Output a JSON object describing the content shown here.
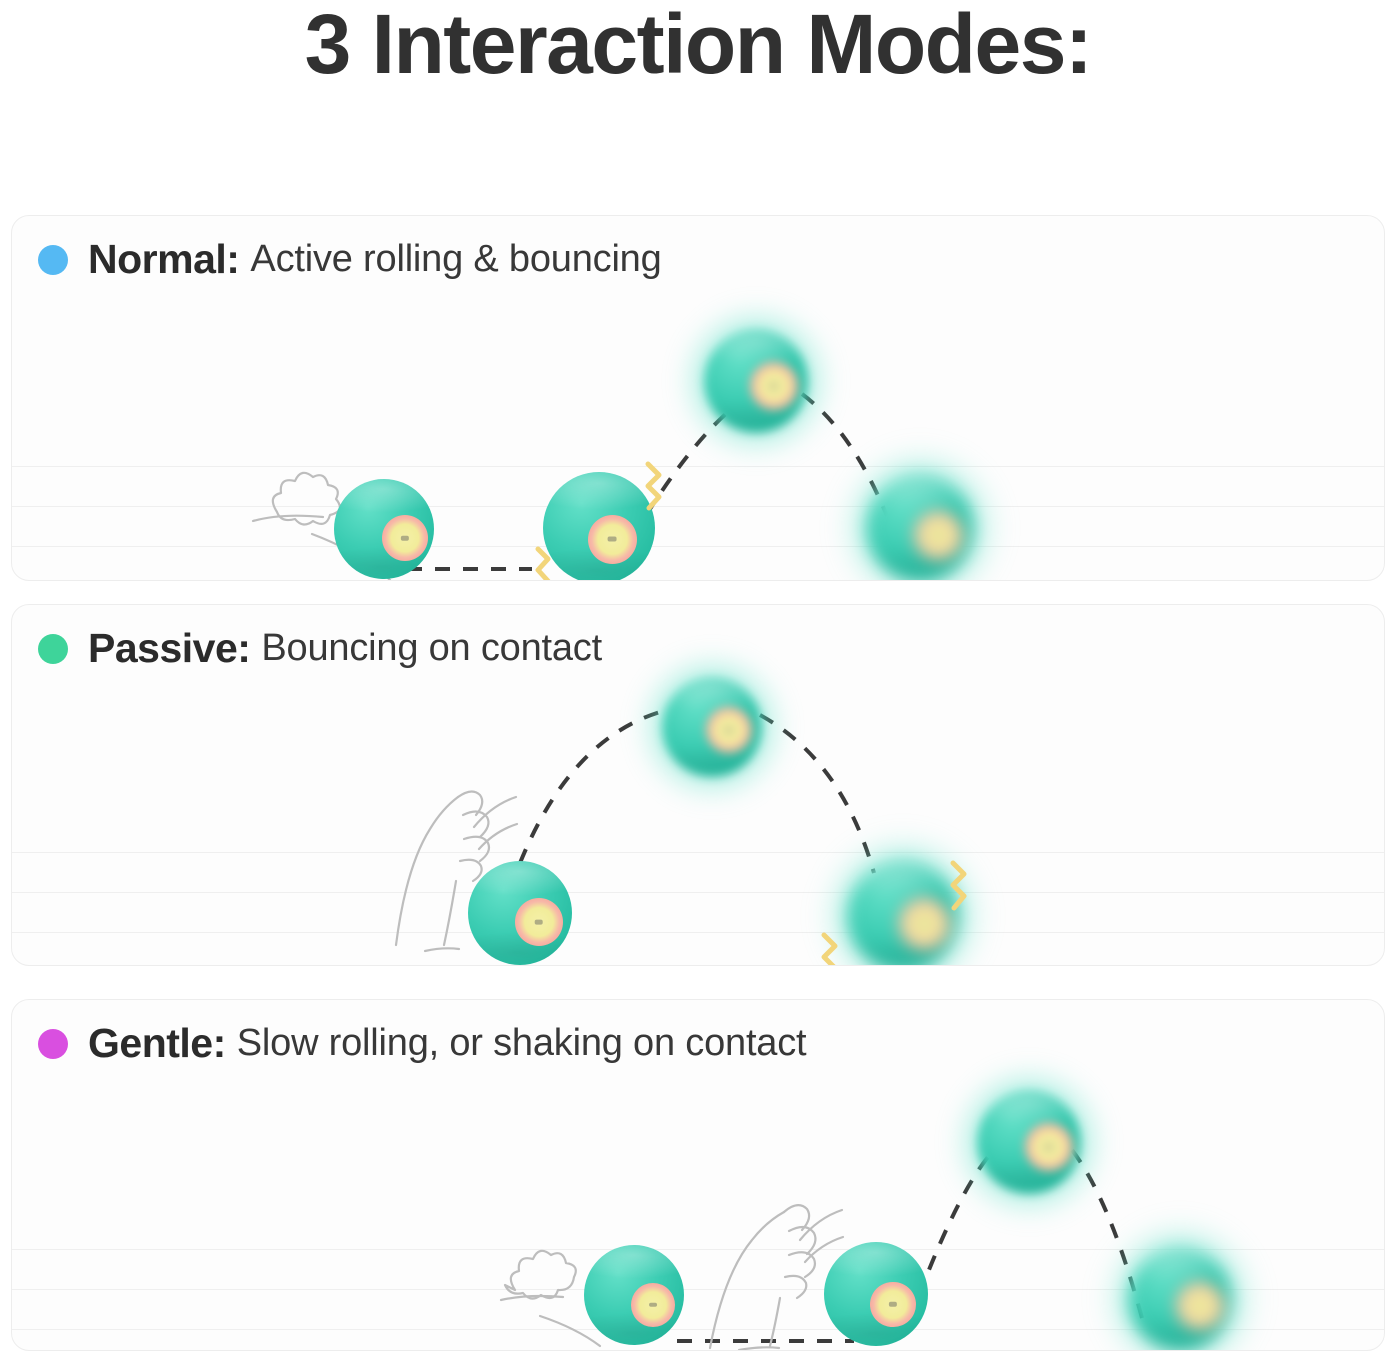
{
  "page": {
    "title": "3 Interaction Modes:",
    "background_color": "#ffffff",
    "title_color": "#313131"
  },
  "palette": {
    "ball_teal": "#3ccdb3",
    "ball_core_yellow": "#f2ec9a",
    "ball_core_pink": "#f6a79c",
    "zigzag_yellow": "#f2d57a",
    "trajectory": "#3b3b3b",
    "lineart": "#bdbdbd",
    "card_border": "#ededed",
    "card_rule": "#efefef",
    "card_background": "#fdfdfd",
    "text": "#2b2b2b"
  },
  "modes": [
    {
      "id": "normal",
      "dot_color": "#55b9f3",
      "dot_icon": "status-dot-icon",
      "name": "Normal:",
      "description": "Active rolling & bouncing",
      "scene": {
        "has_paw": false,
        "has_dust_puff": true,
        "ball_count": 4,
        "summary": "Ball rolls along the ground, bounces up in an arc and lands"
      }
    },
    {
      "id": "passive",
      "dot_color": "#3ed49a",
      "dot_icon": "status-dot-icon",
      "name": "Passive:",
      "description": "Bouncing on contact",
      "scene": {
        "has_paw": true,
        "has_dust_puff": false,
        "ball_count": 3,
        "summary": "Cat paw taps a resting ball, which arcs up and bounces on landing"
      }
    },
    {
      "id": "gentle",
      "dot_color": "#d94fe0",
      "dot_icon": "status-dot-icon",
      "name": "Gentle:",
      "description": "Slow rolling, or shaking on contact",
      "scene": {
        "has_paw": true,
        "has_dust_puff": true,
        "ball_count": 4,
        "summary": "Ball rolls slowly, cat paw contacts it, then it arcs up and lands"
      }
    }
  ]
}
